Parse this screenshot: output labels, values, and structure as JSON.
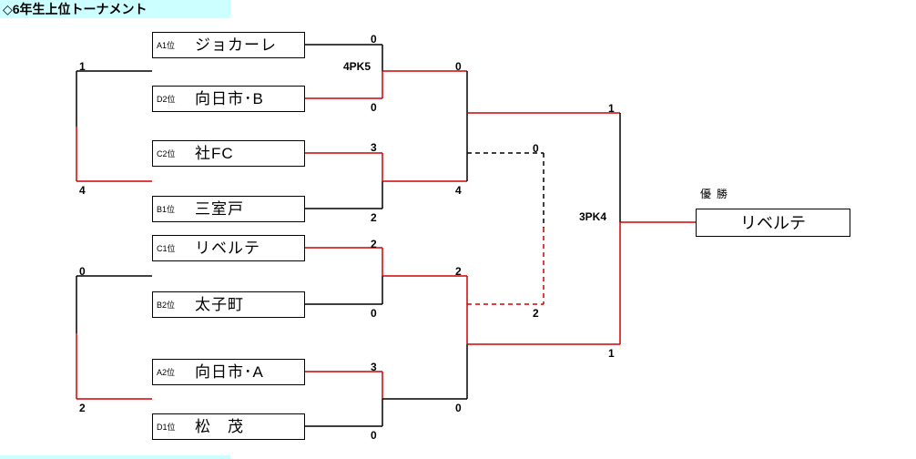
{
  "header": {
    "title": "◇6年生上位トーナメント"
  },
  "teams": [
    {
      "seed": "A1位",
      "name": "ジョカーレ"
    },
    {
      "seed": "D2位",
      "name": "向日市･B"
    },
    {
      "seed": "C2位",
      "name": "社FC"
    },
    {
      "seed": "B1位",
      "name": "三室戸"
    },
    {
      "seed": "C1位",
      "name": "リベルテ"
    },
    {
      "seed": "B2位",
      "name": "太子町"
    },
    {
      "seed": "A2位",
      "name": "向日市･A"
    },
    {
      "seed": "D1位",
      "name": "松　茂"
    }
  ],
  "scores": {
    "a1": "0",
    "d2": "0",
    "pk1": "4PK5",
    "c2": "3",
    "b1": "2",
    "c1": "2",
    "b2": "0",
    "a2": "3",
    "d1": "0",
    "left_top_upper": "1",
    "left_top_lower": "4",
    "left_bot_upper": "0",
    "left_bot_lower": "2",
    "sf1_upper": "0",
    "sf1_lower": "4",
    "sf2_upper": "2",
    "sf2_lower": "0",
    "third_upper": "0",
    "third_lower": "2",
    "final_upper": "1",
    "final_lower": "1",
    "final_pk": "3PK4"
  },
  "champion": {
    "label": "優勝",
    "name": "リベルテ"
  },
  "colors": {
    "winner_line": "#d00000",
    "loser_line": "#000000",
    "header_band": "#ccffff"
  }
}
